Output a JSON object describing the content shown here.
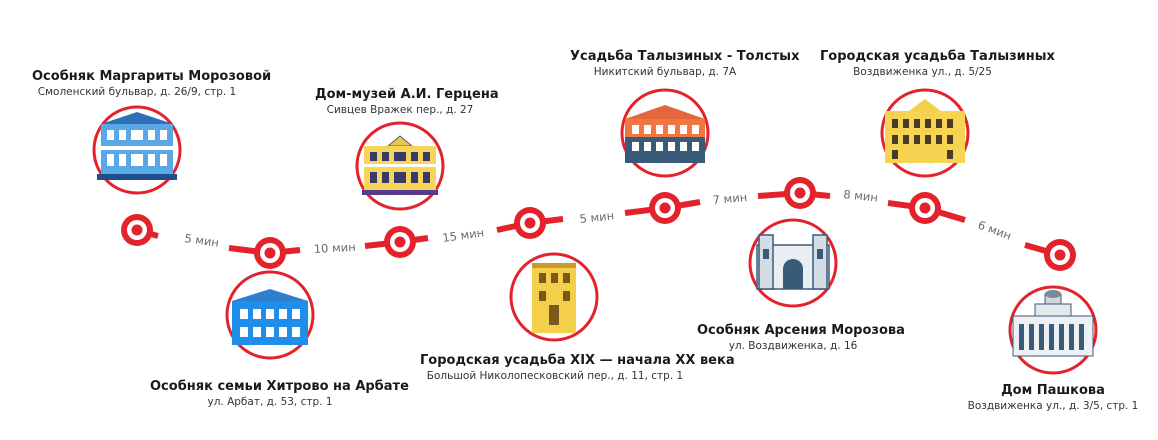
{
  "colors": {
    "route": "#e3232c",
    "text": "#1a1a1a",
    "muted": "#6b6b6b"
  },
  "stops": [
    {
      "name": "Особняк Маргариты Морозовой",
      "address": "Смоленский бульвар, д. 26/9, стр. 1",
      "icon": "blue-mansion-icon"
    },
    {
      "name": "Особняк семьи Хитрово на Арбате",
      "address": "ул. Арбат, д. 53, стр. 1",
      "icon": "blue-house-icon"
    },
    {
      "name": "Дом-музей А.И. Герцена",
      "address": "Сивцев Вражек пер., д. 27",
      "icon": "yellow-house-icon"
    },
    {
      "name": "Городская усадьба XIX — начала XX века",
      "address": "Большой Николопесковский пер., д. 11, стр. 1",
      "icon": "yellow-townhouse-icon"
    },
    {
      "name": "Усадьба Талызиных - Толстых",
      "address": "Никитский бульвар, д. 7А",
      "icon": "orange-estate-icon"
    },
    {
      "name": "Особняк Арсения Морозова",
      "address": "ул. Воздвиженка, д. 16",
      "icon": "moorish-mansion-icon"
    },
    {
      "name": "Городская усадьба Талызиных",
      "address": "Воздвиженка ул., д. 5/25",
      "icon": "yellow-estate-icon"
    },
    {
      "name": "Дом Пашкова",
      "address": "Воздвиженка ул., д. 3/5, стр. 1",
      "icon": "pashkov-house-icon"
    }
  ],
  "segments": [
    "5 мин",
    "10 мин",
    "15 мин",
    "5 мин",
    "7 мин",
    "8 мин",
    "6 мин"
  ]
}
